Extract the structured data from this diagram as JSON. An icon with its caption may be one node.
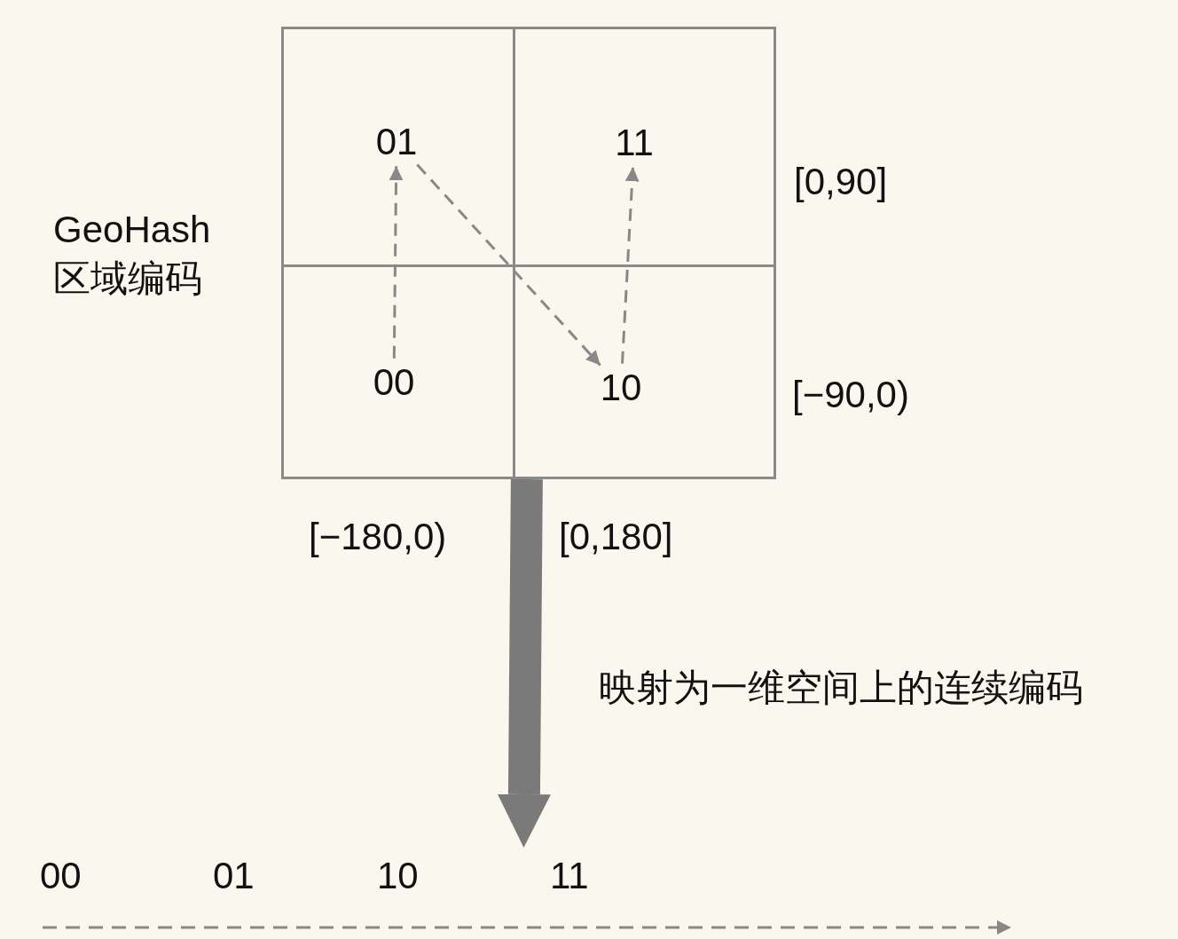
{
  "diagram": {
    "nodes": [
      {
        "text": [],
        "shape": "box",
        "beside": [
          "GeoHash 区域编码"
        ]
      },
      {
        "text": [
          "01"
        ],
        "in": 0
      },
      {
        "text": [
          "11"
        ],
        "in": 0
      },
      {
        "text": [
          "00"
        ],
        "in": 0
      },
      {
        "text": [
          "10"
        ],
        "in": 0
      },
      {
        "text": [
          "00",
          "01",
          "10",
          "11"
        ]
      }
    ],
    "edges": [
      {
        "from": 3,
        "to": 1,
        "arrow": "to",
        "style": "dashed"
      },
      {
        "from": 1,
        "to": 4,
        "arrow": "to",
        "style": "dashed"
      },
      {
        "from": 4,
        "to": 2,
        "arrow": "to",
        "style": "dashed"
      },
      {
        "from": 0,
        "to": 5,
        "arrow": "to",
        "style": "thick",
        "label": "映射为一维空间上的连续编码"
      }
    ],
    "labels": [
      "[0,90]",
      "[−90,0)",
      "[−180,0)",
      "[0,180]"
    ]
  }
}
